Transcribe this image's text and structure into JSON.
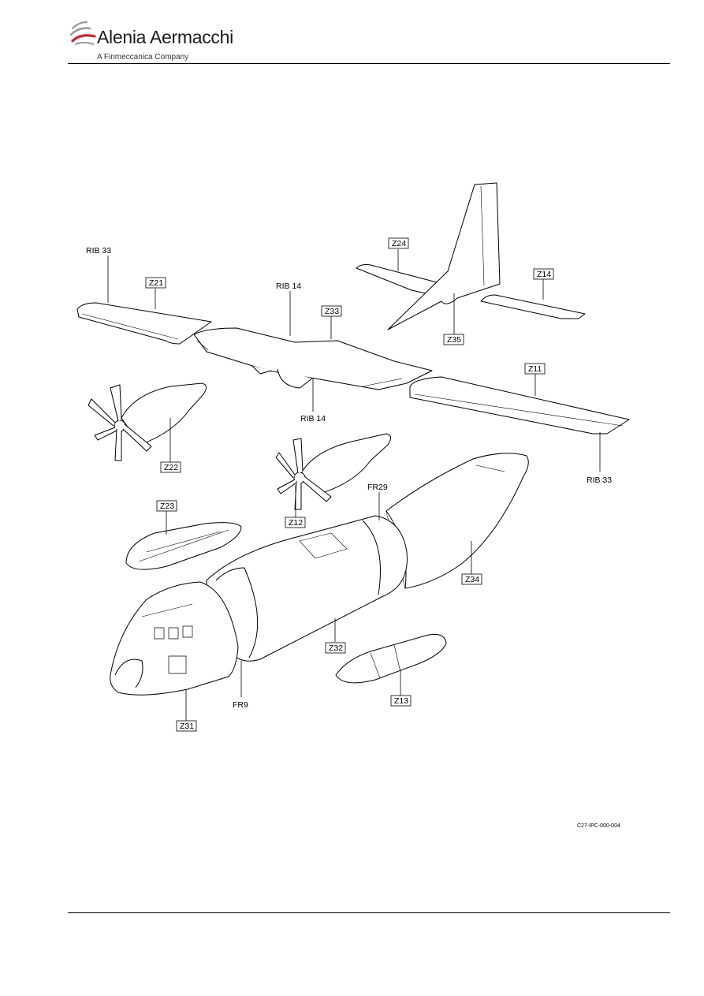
{
  "header": {
    "brand": "Alenia Aermacchi",
    "tagline": "A Finmeccanica Company",
    "logo_icon": "swoosh-icon",
    "accent_color": "#d62027"
  },
  "figure": {
    "callouts": {
      "rib33_left": "RIB 33",
      "z21": "Z21",
      "rib14_top": "RIB 14",
      "z33": "Z33",
      "z24": "Z24",
      "z14": "Z14",
      "z35": "Z35",
      "z11": "Z11",
      "rib14_bottom": "RIB 14",
      "z22": "Z22",
      "z12": "Z12",
      "rib33_right": "RIB 33",
      "fr29": "FR29",
      "z23": "Z23",
      "z34": "Z34",
      "z32": "Z32",
      "z13": "Z13",
      "fr9": "FR9",
      "z31": "Z31"
    },
    "figure_id": "C27-IPC-000-004"
  }
}
